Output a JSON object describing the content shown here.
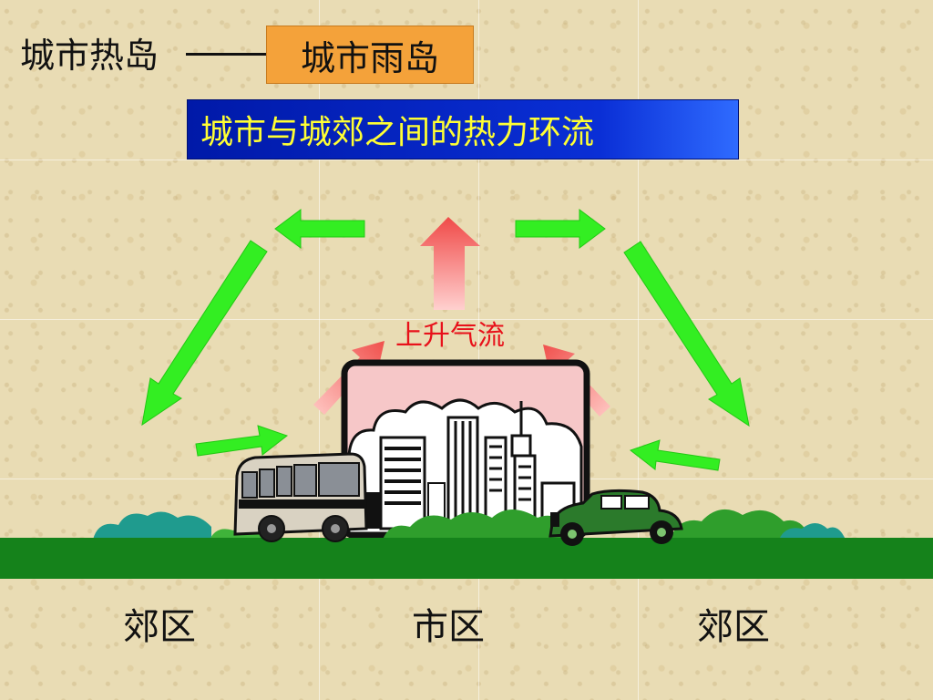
{
  "title": {
    "main": "城市热岛",
    "box": "城市雨岛"
  },
  "subtitle": "城市与城郊之间的热力环流",
  "labels": {
    "rising_airflow": "上升气流",
    "suburb_left": "郊区",
    "city": "市区",
    "suburb_right": "郊区"
  },
  "colors": {
    "title_box": "#f4a23a",
    "subtitle_bg": "#0a2fd6",
    "subtitle_text": "#ffff33",
    "arrow_green": "#33ee22",
    "arrow_red": "#f36b6b",
    "ground": "#15821b",
    "rising_label": "#e8111a"
  },
  "icons": [
    "green-arrow-icon",
    "red-rising-arrow-icon",
    "bus-icon",
    "car-icon",
    "city-skyline-icon",
    "shrub-icon"
  ]
}
